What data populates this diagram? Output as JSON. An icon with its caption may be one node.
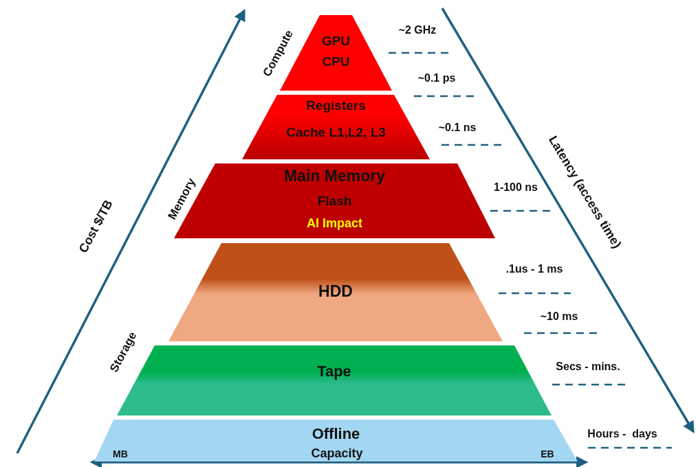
{
  "diagram": {
    "nodes": [
      {
        "text": [
          "GPU",
          "CPU"
        ]
      },
      {
        "text": [
          "Registers",
          "Cache L1,L2, L3"
        ]
      },
      {
        "text": [
          "Main Memory",
          "Flash",
          "AI Impact"
        ]
      },
      {
        "text": [
          "HDD"
        ]
      },
      {
        "text": [
          "Tape"
        ]
      },
      {
        "text": [
          "Offline"
        ]
      }
    ],
    "labels": [
      "Compute",
      "~2 GHz",
      "~0.1 ps",
      "~0.1 ns",
      "Memory",
      "1-100 ns",
      "Cost $/TB",
      "Latency (access time)",
      ".1us - 1 ms",
      "~10 ms",
      "Storage",
      "Secs - mins.",
      "Hours -  days",
      "MB",
      "Capacity",
      "EB"
    ]
  }
}
